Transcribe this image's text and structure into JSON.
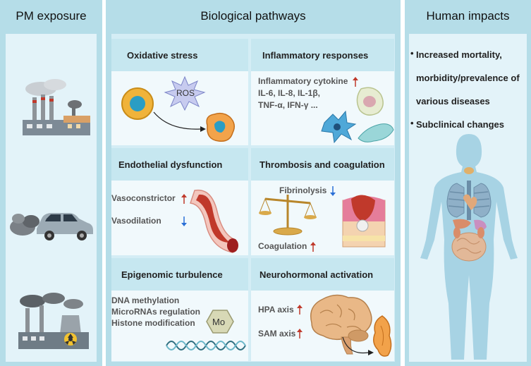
{
  "columns": {
    "pm": {
      "title": "PM exposure"
    },
    "bio": {
      "title": "Biological pathways"
    },
    "human": {
      "title": "Human impacts",
      "bullets": [
        "Increased mortality,",
        "morbidity/prevalence of",
        "various diseases",
        "Subclinical changes"
      ]
    }
  },
  "cells": {
    "oxidative": {
      "title": "Oxidative stress",
      "ros": "ROS"
    },
    "inflammatory": {
      "title": "Inflammatory responses",
      "lines": [
        "Inflammatory cytokine",
        "IL-6, IL-8, IL-1β,",
        "TNF-α, IFN-γ ..."
      ]
    },
    "endothelial": {
      "title": "Endothelial dysfunction",
      "vasoconstrictor": "Vasoconstrictor",
      "vasodilation": "Vasodilation"
    },
    "thrombosis": {
      "title": "Thrombosis and coagulation",
      "fibrinolysis": "Fibrinolysis",
      "coagulation": "Coagulation"
    },
    "epigenomic": {
      "title": "Epigenomic turbulence",
      "lines": [
        "DNA methylation",
        "MicroRNAs regulation",
        "Histone modification"
      ],
      "mo": "Mo"
    },
    "neuro": {
      "title": "Neurohormonal activation",
      "hpa": "HPA axis",
      "sam": "SAM axis"
    }
  },
  "colors": {
    "up_arrow": "#c0392b",
    "down_arrow": "#2a6fd6",
    "panel": "#b5dde8",
    "inner": "#e3f3f9"
  }
}
